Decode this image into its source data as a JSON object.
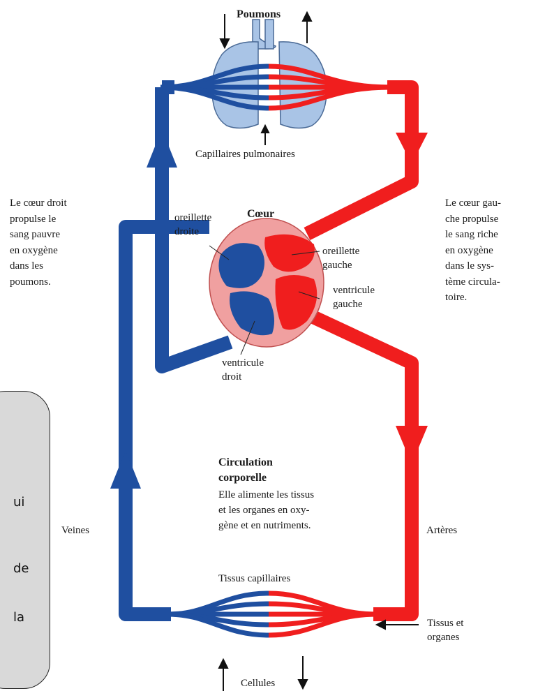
{
  "labels": {
    "lungs": "Poumons",
    "pulmonary_capillaries": "Capillaires pulmonaires",
    "heart": "Cœur",
    "right_atrium": "oreillette\ndroite",
    "left_atrium": "oreillette\ngauche",
    "left_ventricle": "ventricule\ngauche",
    "right_ventricle": "ventricule\ndroit",
    "right_heart_text": "Le cœur droit\npropulse le\nsang pauvre\nen oxygène\ndans les\npoumons.",
    "left_heart_text": "Le cœur gau-\nche propulse\nle sang riche\nen oxygène\ndans le sys-\ntème circula-\ntoire.",
    "circulation_title": "Circulation\ncorporelle",
    "circulation_text": "Elle alimente les tissus\net les organes en oxy-\ngène et en nutriments.",
    "veins": "Veines",
    "arteries": "Artères",
    "tissue_capillaries": "Tissus capillaires",
    "tissues_organs": "Tissus et\norganes",
    "cells": "Cellules"
  },
  "callout": {
    "line1": "ui",
    "line2": "de",
    "line3": "la"
  },
  "colors": {
    "blue": "#1f4fa0",
    "red": "#f01e1e",
    "lung": "#a9c4e6",
    "heart_wall": "#f0a0a0"
  }
}
